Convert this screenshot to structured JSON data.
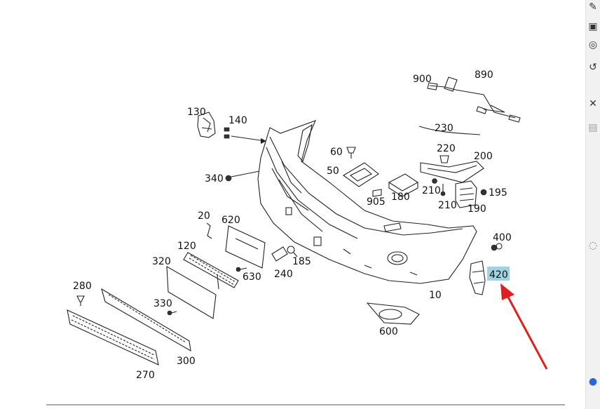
{
  "diagram": {
    "labels": [
      "900",
      "890",
      "130",
      "140",
      "230",
      "60",
      "220",
      "200",
      "50",
      "340",
      "905",
      "180",
      "210",
      "195",
      "210",
      "190",
      "20",
      "620",
      "400",
      "120",
      "320",
      "185",
      "240",
      "630",
      "420",
      "280",
      "10",
      "330",
      "600",
      "300",
      "270"
    ],
    "highlighted_label": "420",
    "colors": {
      "highlight": "#9fd3e2",
      "arrow": "#e02020",
      "line": "#222222"
    }
  },
  "toolbar": {
    "icons": [
      "edit-icon",
      "print-icon",
      "target-icon",
      "rotate-icon",
      "close-icon",
      "image-icon",
      "info-icon",
      "toggle-icon"
    ]
  }
}
